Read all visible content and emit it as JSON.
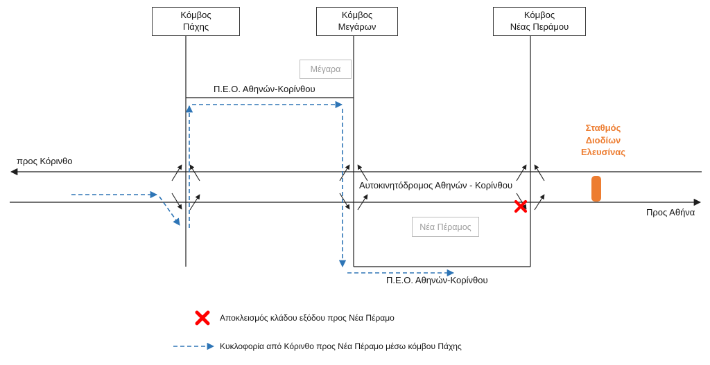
{
  "junctions": {
    "pachi": {
      "label": "Κόμβος\nΠάχης"
    },
    "megaron": {
      "label": "Κόμβος\nΜεγάρων"
    },
    "nea_peramou": {
      "label": "Κόμβος\nΝέας Περάμου"
    }
  },
  "cities": {
    "megara": "Μέγαρα",
    "nea_peramos": "Νέα Πέραμος"
  },
  "roads": {
    "motorway": "Αυτοκινητόδρομος Αθηνών - Κορίνθου",
    "peo_upper": "Π.Ε.Ο. Αθηνών-Κορίνθου",
    "peo_lower": "Π.Ε.Ο. Αθηνών-Κορίνθου",
    "to_corinth": "προς Κόρινθο",
    "to_athens": "Προς Αθήνα"
  },
  "toll": {
    "label": "Σταθμός\nΔιοδίων\nΕλευσίνας",
    "color": "#ED7D31"
  },
  "legend": [
    {
      "symbol": "closure-x",
      "text": "Αποκλεισμός κλάδου εξόδου προς Νέα Πέραμο"
    },
    {
      "symbol": "blue-dashed-arrow",
      "text": "Κυκλοφορία από Κόρινθο προς Νέα Πέραμο μέσω κόμβου Πάχης"
    }
  ],
  "colors": {
    "road_line": "#1f1f1f",
    "detour_route": "#2E75B6",
    "closure": "#FF0000",
    "toll_station": "#ED7D31",
    "muted_box": "#9e9e9e"
  }
}
